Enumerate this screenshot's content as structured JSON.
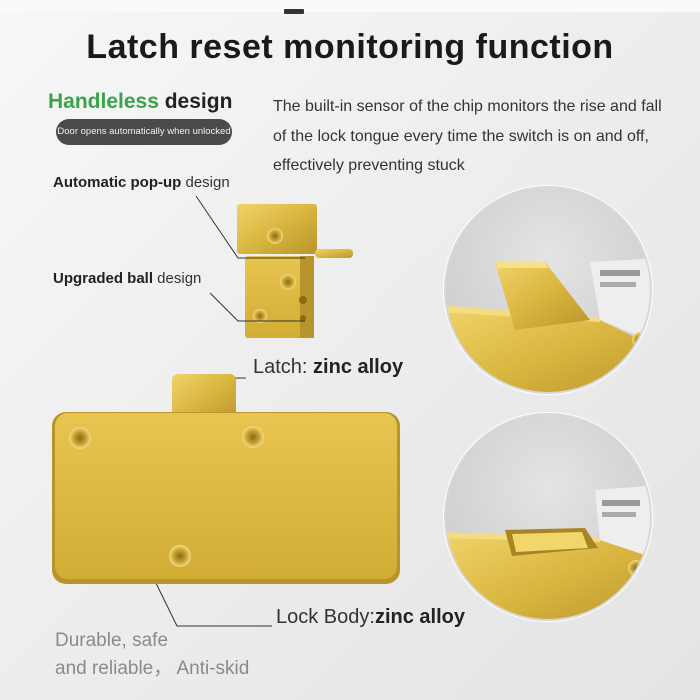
{
  "title": "Latch reset monitoring function",
  "handleless": {
    "highlight": "Handleless",
    "rest": " design"
  },
  "pill": "Door opens automatically when unlocked",
  "description": "The built-in sensor of the chip monitors the rise and fall of the lock tongue every time the switch is on and off, effectively preventing stuck",
  "popup_label": {
    "bold": "Automatic pop-up",
    "rest": " design"
  },
  "ball_label": {
    "bold": "Upgraded ball",
    "rest": " design"
  },
  "latch_label": {
    "prefix": "Latch: ",
    "material": "zinc alloy"
  },
  "lockbody_label": {
    "prefix": "Lock Body:",
    "material": "zinc alloy"
  },
  "durable": {
    "line1": "Durable, safe",
    "line2": "and reliable， Anti-skid"
  },
  "colors": {
    "gold": "#d9b640",
    "green": "#3aa34c",
    "pill": "#4a4a4a"
  }
}
